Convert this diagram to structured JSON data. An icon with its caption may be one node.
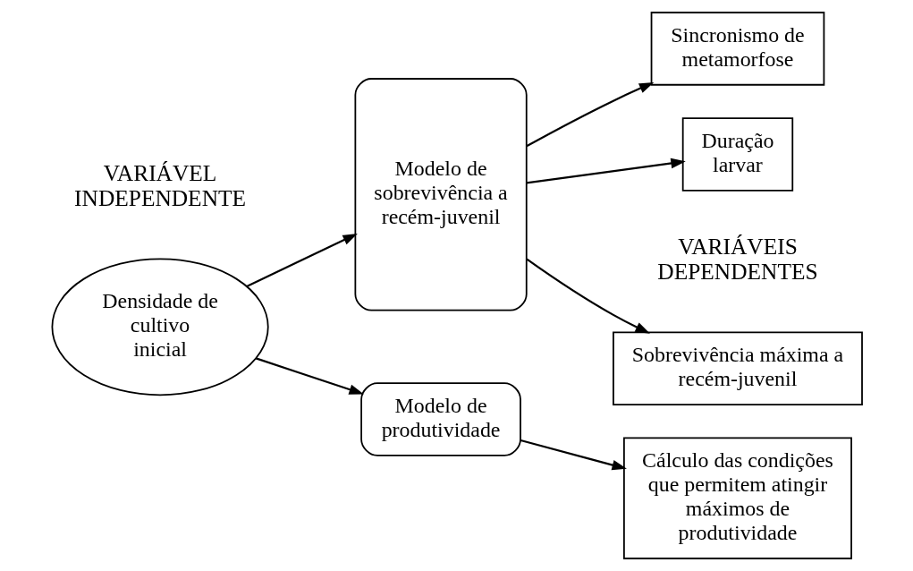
{
  "diagram": {
    "nodes": [
      {
        "text": [
          "Densidade de cultivo inicial"
        ]
      },
      {
        "text": [
          "Modelo de sobrevivência a recém-juvenil"
        ]
      },
      {
        "text": [
          "Sobrevivência máxima a recém-juvenil"
        ]
      },
      {
        "text": [
          "Duração larvar"
        ]
      },
      {
        "text": [
          "Sincronismo de metamorfose"
        ]
      },
      {
        "text": [
          "Modelo de produtividade"
        ]
      },
      {
        "text": [
          "Cálculo das condições que permitem atingir máximos de produtividade"
        ]
      }
    ],
    "edges": [
      {
        "from": 0,
        "to": 1,
        "arrow": "to"
      },
      {
        "from": 0,
        "to": 5,
        "arrow": "to"
      },
      {
        "from": 1,
        "to": 2,
        "arrow": "to"
      },
      {
        "from": 1,
        "to": 3,
        "arrow": "to"
      },
      {
        "from": 1,
        "to": 4,
        "arrow": "to"
      },
      {
        "from": 5,
        "to": 6,
        "arrow": "to"
      }
    ],
    "labels": [
      "VARIÁVEL INDEPENDENTE",
      "VARIÁVEIS DEPENDENTES"
    ]
  }
}
